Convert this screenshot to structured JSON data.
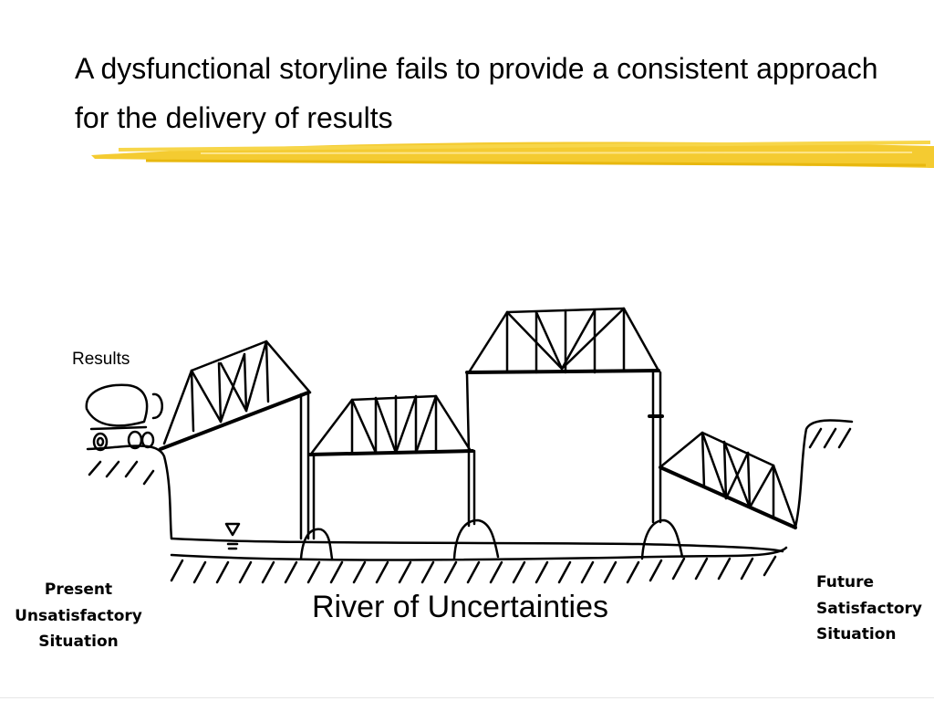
{
  "slide": {
    "title": "A dysfunctional storyline fails to provide a consistent approach for the delivery of results",
    "accent_color": "#f3c51b"
  },
  "diagram": {
    "results_label": "Results",
    "river_label": "River of Uncertainties",
    "present_label": [
      "Present",
      "Unsatisfactory",
      "Situation"
    ],
    "future_label": [
      "Future",
      "Satisfactory",
      "Situation"
    ],
    "stroke_color": "#000000"
  }
}
